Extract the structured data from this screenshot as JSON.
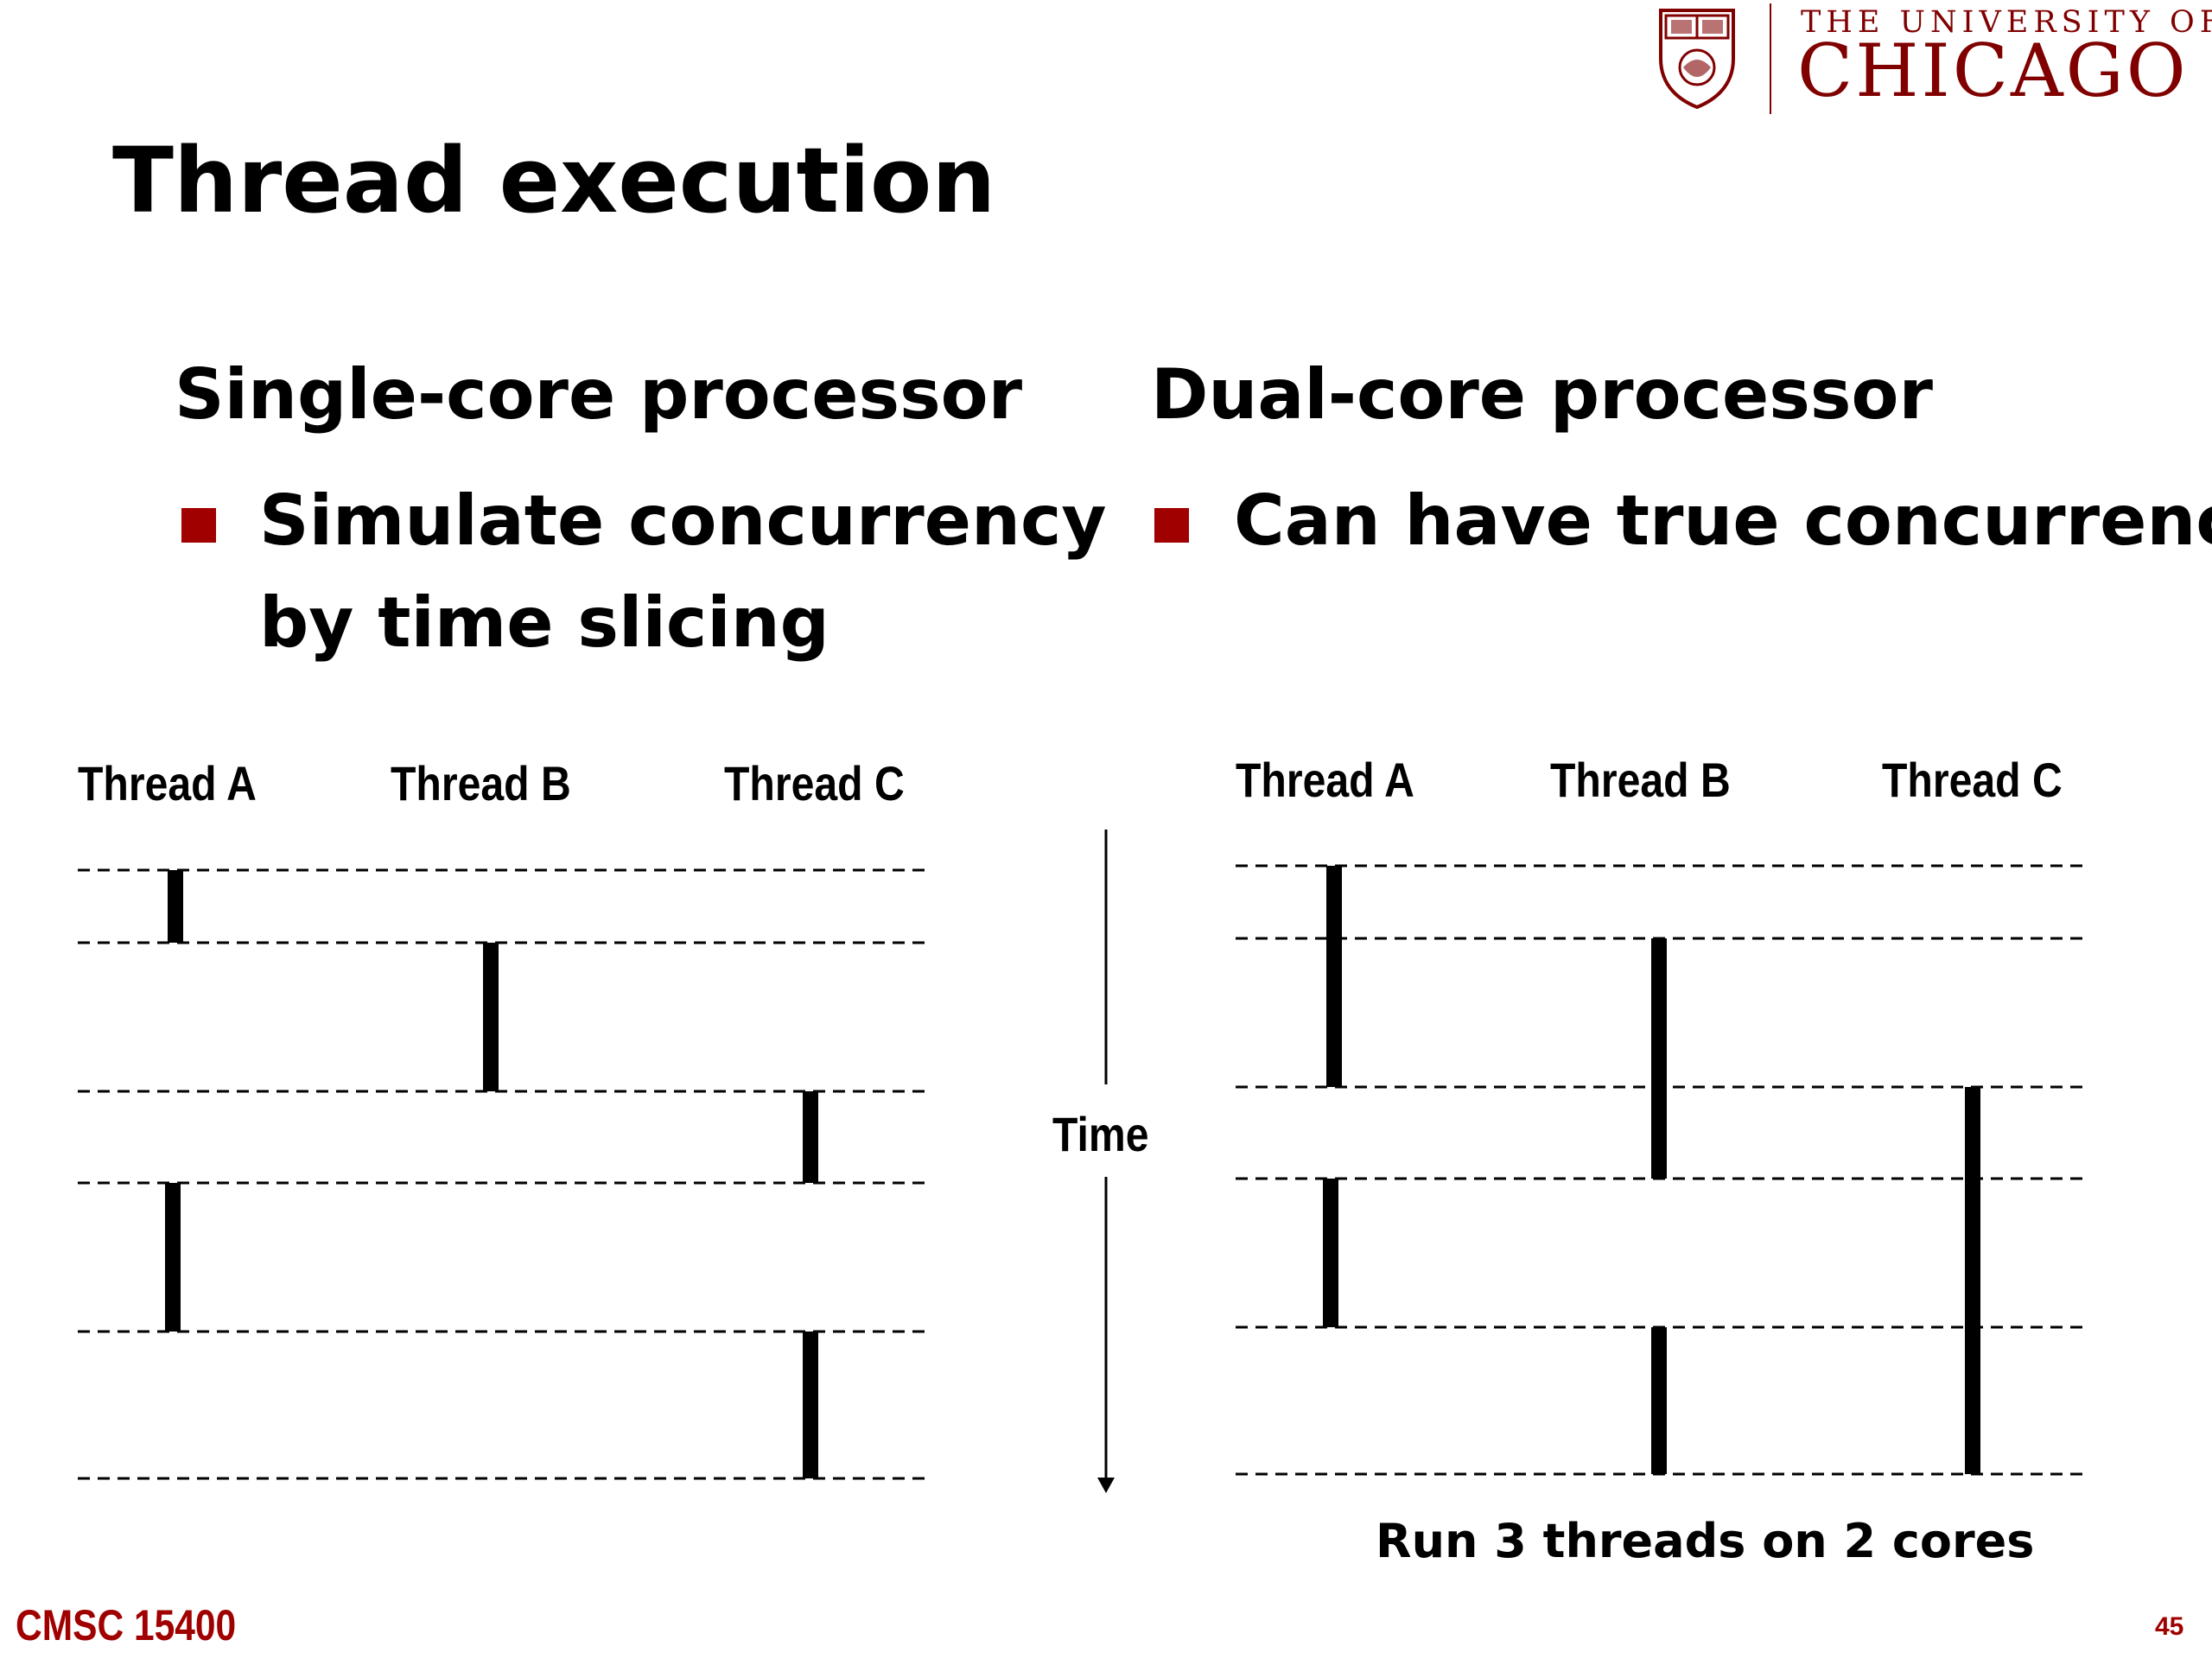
{
  "header": {
    "logo_line1": "THE UNIVERSITY OF",
    "logo_line2": "CHICAGO",
    "shield_icon": "university-shield-icon"
  },
  "slide": {
    "title": "Thread execution",
    "left": {
      "heading": "Single-core processor",
      "bullet_line1": "Simulate concurrency",
      "bullet_line2": "by time slicing",
      "thread_labels": [
        "Thread A",
        "Thread B",
        "Thread C"
      ]
    },
    "right": {
      "heading": "Dual-core processor",
      "bullet_line1": "Can have true concurrency",
      "thread_labels": [
        "Thread A",
        "Thread B",
        "Thread C"
      ],
      "caption": "Run 3 threads on 2 cores"
    },
    "time_label": "Time"
  },
  "colors": {
    "brand_maroon": "#800000",
    "bullet_red": "#a00000"
  },
  "footer": {
    "course": "CMSC 15400",
    "page_number": "45"
  }
}
